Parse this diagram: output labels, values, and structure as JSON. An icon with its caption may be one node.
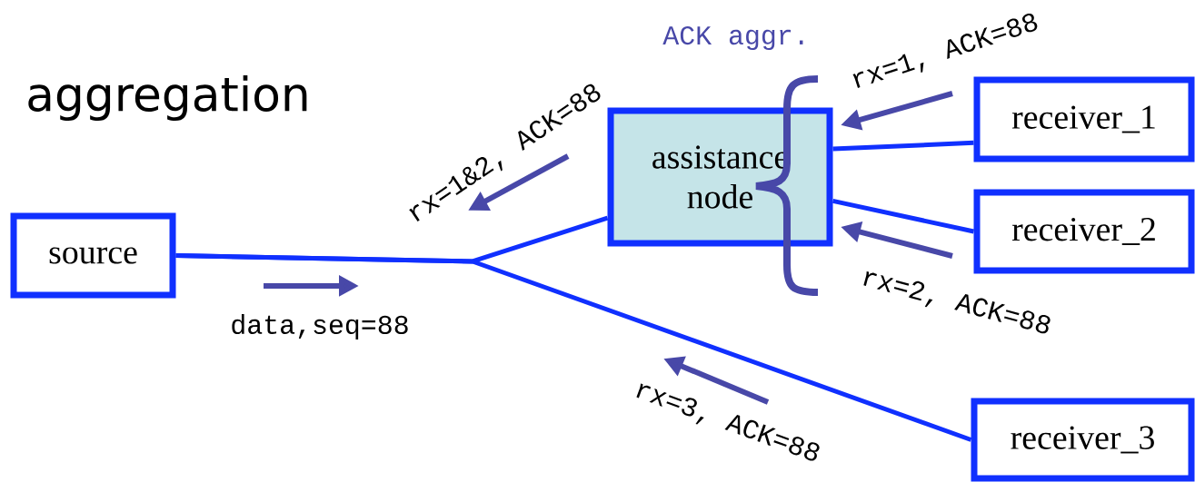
{
  "diagram": {
    "title": "aggregation",
    "nodes": [
      {
        "text": [
          "source"
        ]
      },
      {
        "text": [
          "assistance node"
        ]
      },
      {
        "text": [
          "receiver_1"
        ]
      },
      {
        "text": [
          "receiver_2"
        ]
      },
      {
        "text": [
          "receiver_3"
        ]
      }
    ],
    "edges": [
      {
        "from": 0,
        "to": 1,
        "arrow": "none"
      },
      {
        "from": 0,
        "to": 4,
        "arrow": "none"
      },
      {
        "from": 1,
        "to": 2,
        "arrow": "none"
      },
      {
        "from": 1,
        "to": 3,
        "arrow": "none"
      }
    ],
    "labels": [
      "ACK aggr.",
      "rx=1&2, ACK=88",
      "rx=1, ACK=88",
      "data,seq=88",
      "rx=2, ACK=88",
      "rx=3, ACK=88"
    ]
  }
}
